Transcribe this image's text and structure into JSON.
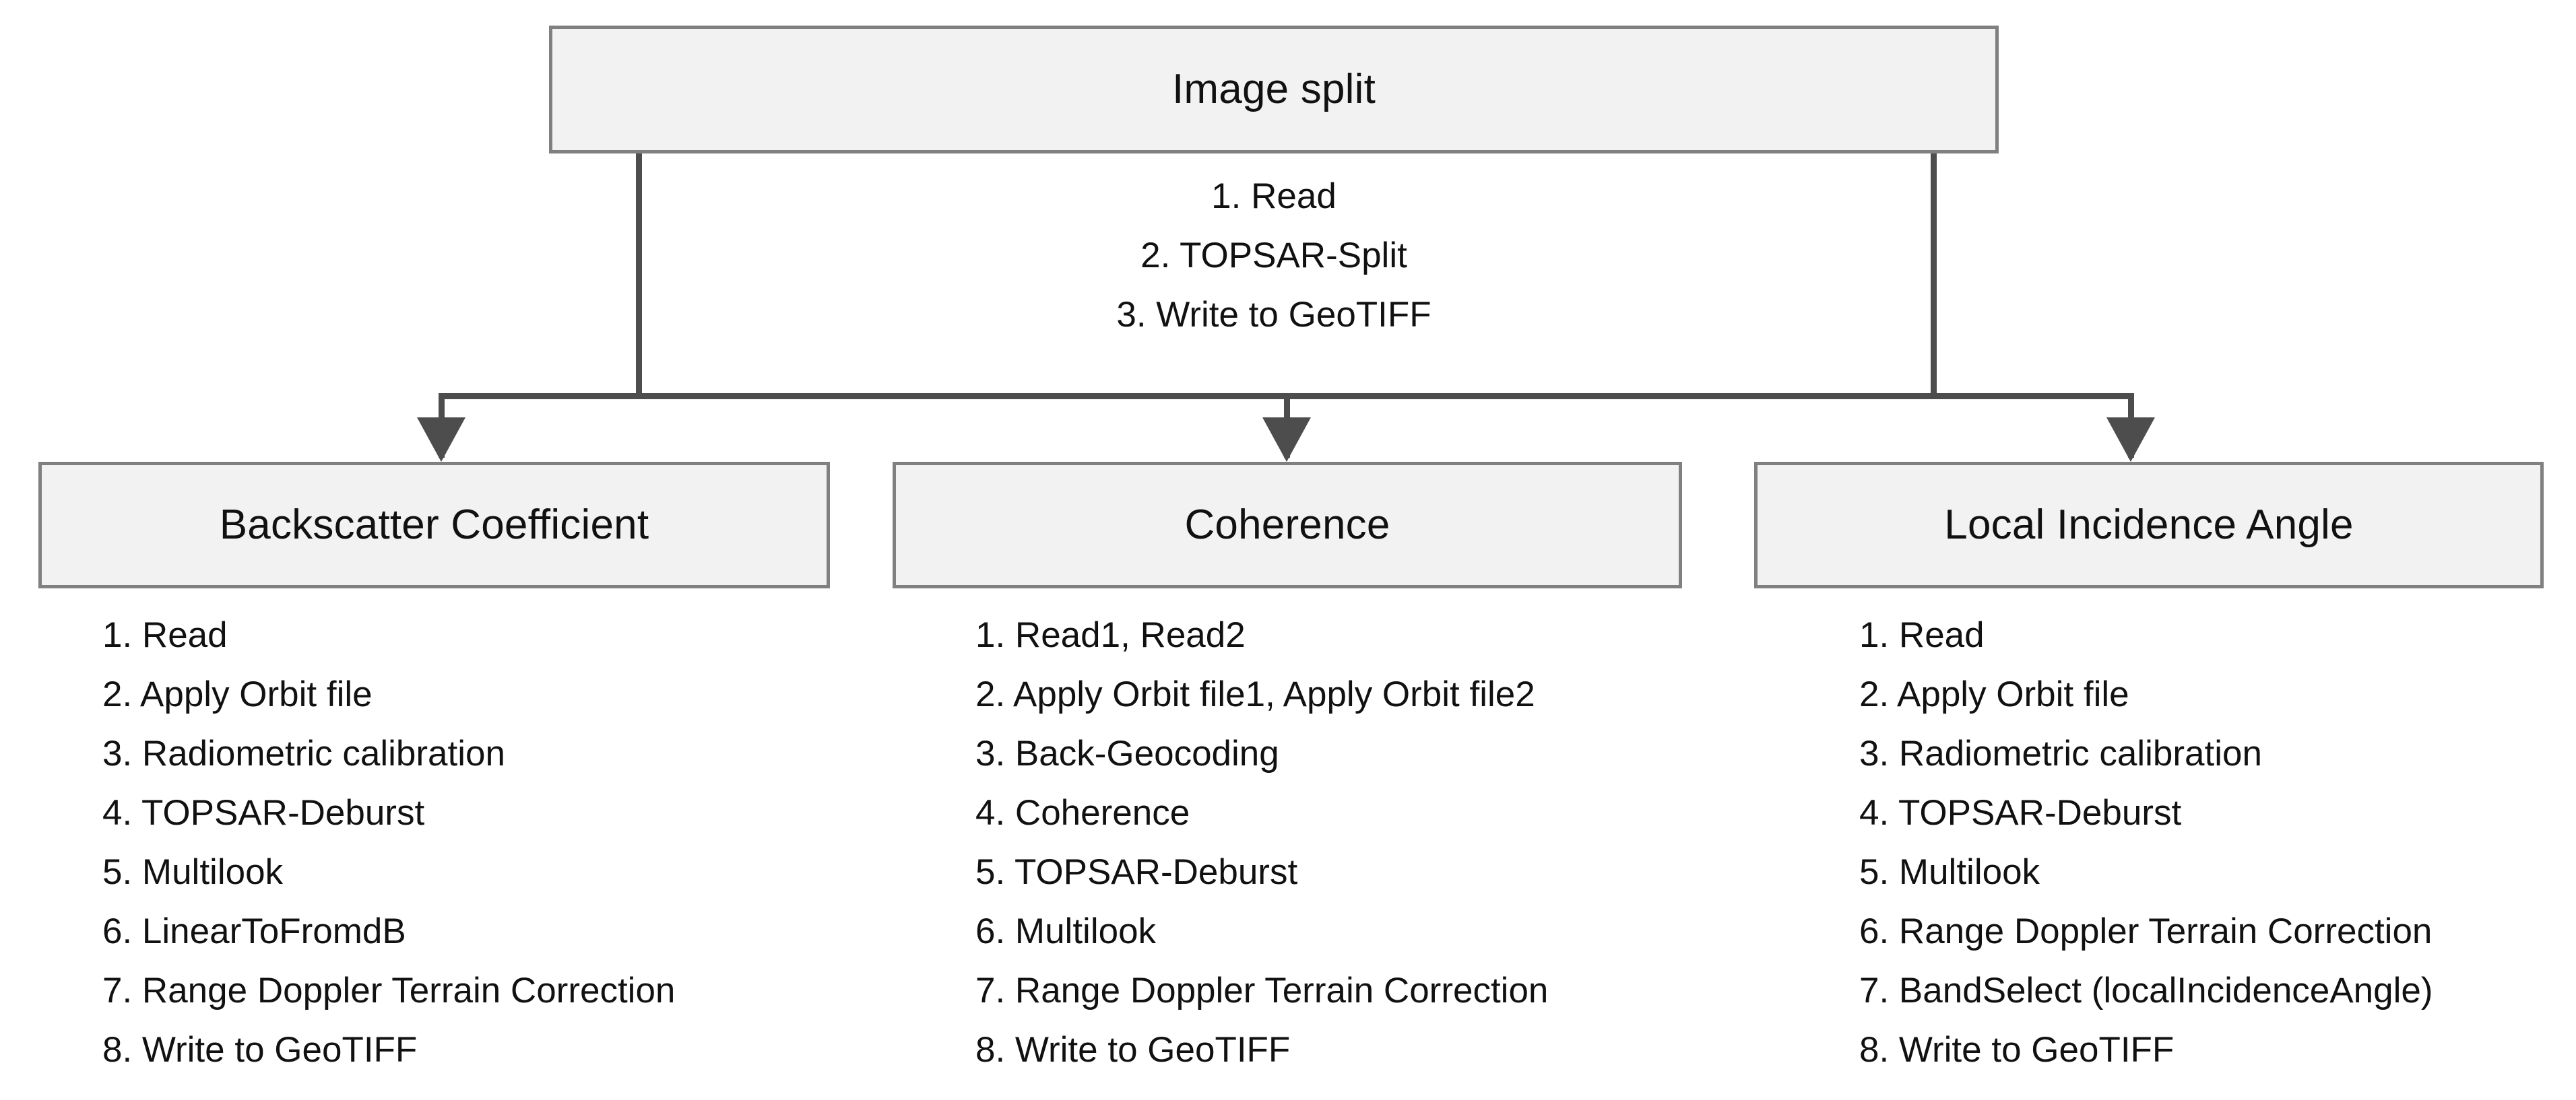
{
  "diagram": {
    "title": "Image split",
    "colors": {
      "box_fill": "#f2f2f2",
      "box_border": "#808080",
      "connector": "#4d4d4d",
      "text": "#111111",
      "background": "#ffffff"
    },
    "root": {
      "label": "Image split",
      "steps": [
        "1. Read",
        "2. TOPSAR-Split",
        "3. Write to GeoTIFF"
      ]
    },
    "branches": [
      {
        "label": "Backscatter Coefficient",
        "steps": [
          "1. Read",
          "2. Apply Orbit file",
          "3. Radiometric calibration",
          "4. TOPSAR-Deburst",
          "5. Multilook",
          "6. LinearToFromdB",
          "7. Range Doppler Terrain Correction",
          "8. Write to GeoTIFF"
        ]
      },
      {
        "label": "Coherence",
        "steps": [
          "1. Read1, Read2",
          "2. Apply Orbit file1, Apply Orbit file2",
          "3. Back-Geocoding",
          "4. Coherence",
          "5. TOPSAR-Deburst",
          "6. Multilook",
          "7. Range Doppler Terrain Correction",
          "8. Write to GeoTIFF"
        ]
      },
      {
        "label": "Local Incidence Angle",
        "steps": [
          "1. Read",
          "2. Apply Orbit file",
          "3. Radiometric calibration",
          "4. TOPSAR-Deburst",
          "5. Multilook",
          "6. Range Doppler Terrain Correction",
          "7. BandSelect (localIncidenceAngle)",
          "8. Write to GeoTIFF"
        ]
      }
    ]
  }
}
